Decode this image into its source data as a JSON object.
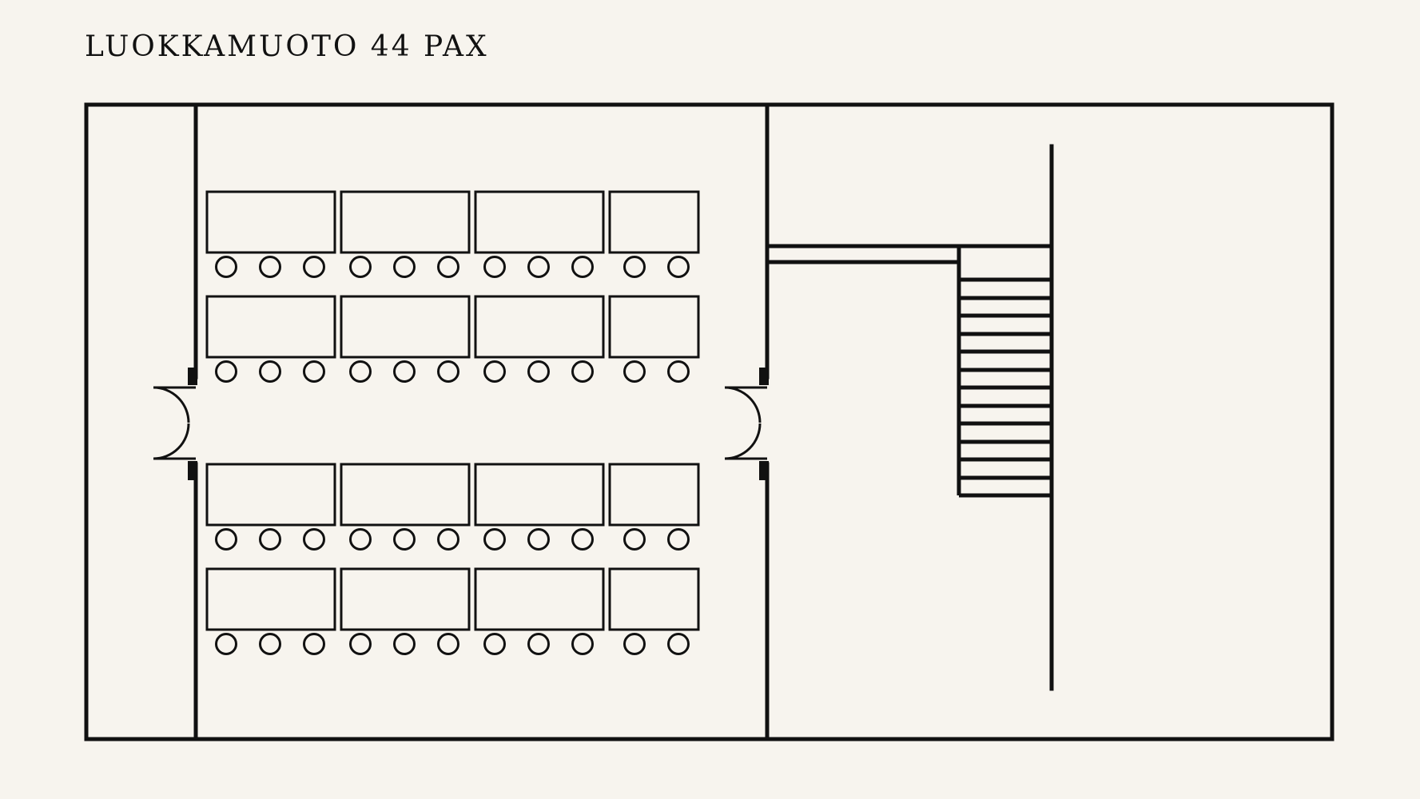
{
  "title": "LUOKKAMUOTO 44 PAX",
  "colors": {
    "background": "#f7f4ee",
    "ink": "#111111"
  },
  "layout": {
    "seating_style": "classroom",
    "table_rows": 4,
    "tables_per_row": 4,
    "chairs_per_row": [
      3,
      3,
      3,
      2
    ],
    "doors": 2,
    "staircase_steps": 12
  }
}
